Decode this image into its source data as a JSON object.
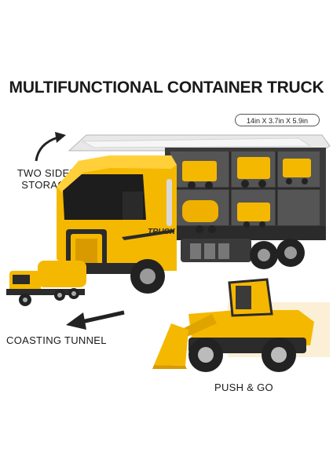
{
  "headline": "MULTIFUNCTIONAL CONTAINER TRUCK",
  "dimensions": "14in X 3.7in X 5.9in",
  "labels": {
    "two_sided_line1": "TWO SIDED",
    "two_sided_line2": "STORAGE",
    "coasting_tunnel": "COASTING TUNNEL",
    "push_and_go": "PUSH & GO",
    "truck_side_text": "TRUCK"
  },
  "colors": {
    "truck_yellow": "#f5b800",
    "truck_yellow_dark": "#d99a00",
    "chassis_black": "#2b2b2b",
    "background": "#ffffff"
  },
  "icons": [
    "curved-arrow-icon",
    "diagonal-arrow-icon"
  ]
}
